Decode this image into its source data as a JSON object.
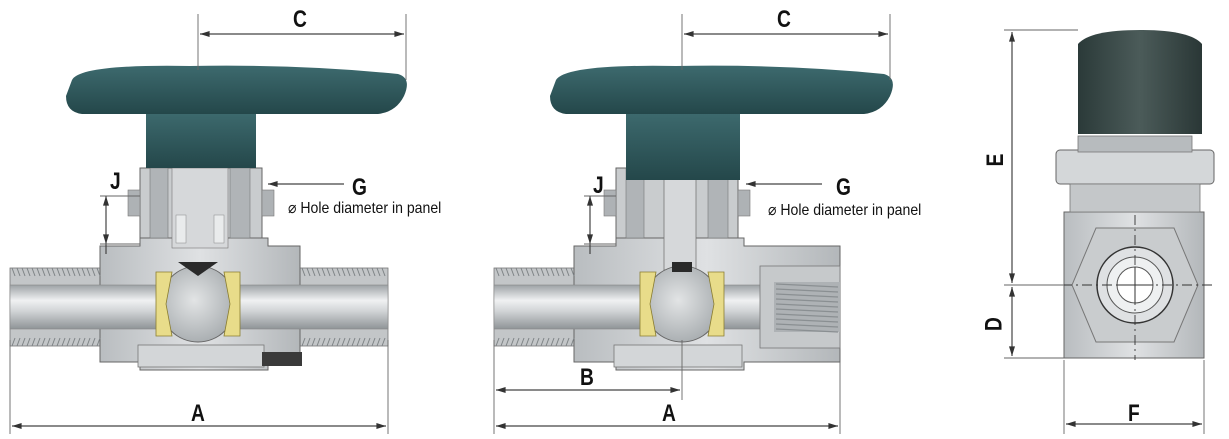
{
  "labels": {
    "A": "A",
    "B": "B",
    "C": "C",
    "D": "D",
    "E": "E",
    "F": "F",
    "G": "G",
    "J": "J"
  },
  "notes": {
    "hole": "⌀ Hole diameter in panel"
  },
  "colors": {
    "handle": "#2e5558",
    "handle_dark": "#1f3d40",
    "steel": "#c9ccce",
    "steel_dark": "#8c9194",
    "steel_light": "#e6e8e9",
    "seat": "#e8dc8a",
    "cap": "#3a4a48"
  }
}
